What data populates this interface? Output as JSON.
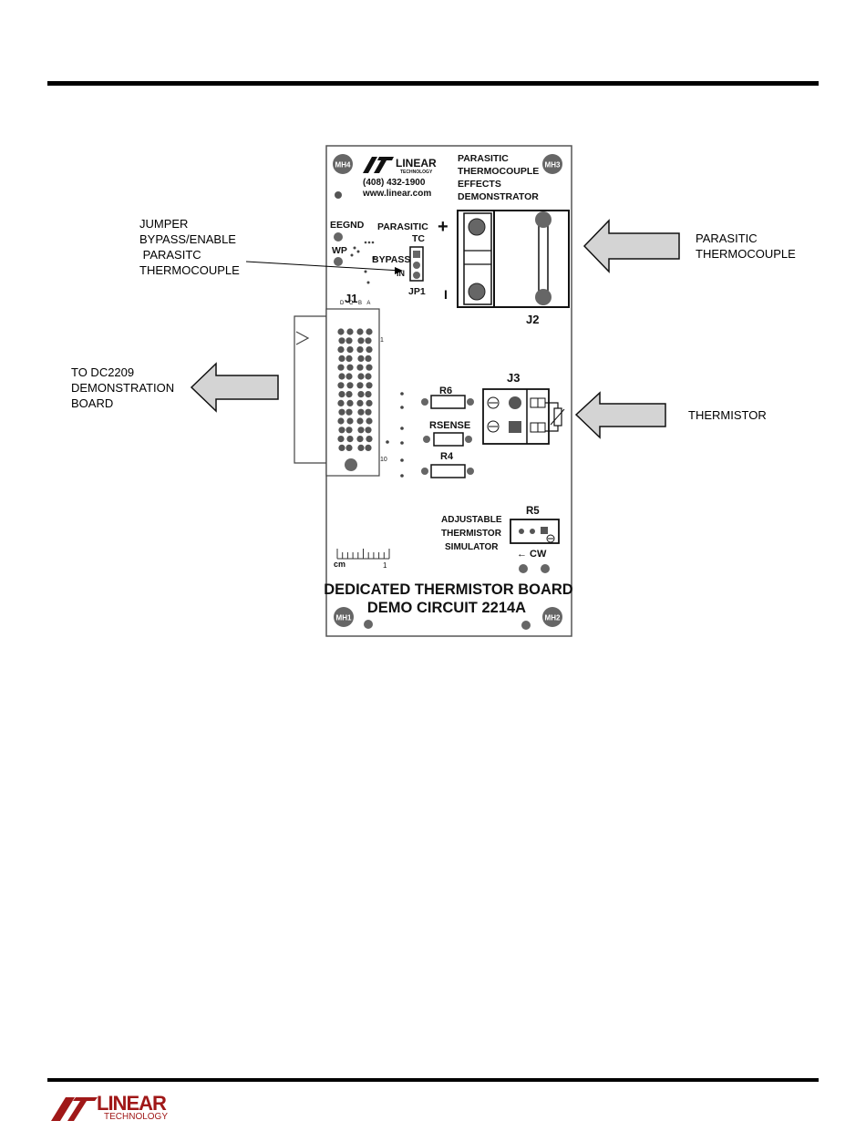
{
  "board": {
    "mounting_holes": [
      "MH4",
      "MH3",
      "MH1",
      "MH2"
    ],
    "company_phone": "(408) 432-1900",
    "company_url": "www.linear.com",
    "logo_word": "LINEAR",
    "logo_sub": "TECHNOLOGY",
    "title_lines": [
      "PARASITIC",
      "THERMOCOUPLE",
      "EFFECTS",
      "DEMONSTRATOR"
    ],
    "eegnd": "EEGND",
    "wp": "WP",
    "parasitic": "PARASITIC",
    "tc": "TC",
    "bypass": "BYPASS",
    "in": "IN",
    "jp1": "JP1",
    "plus": "+",
    "minus": "I",
    "j1": "J1",
    "j1_cols": "D C B A",
    "j1_pin1": "1",
    "j1_pin10": "10",
    "j2": "J2",
    "j3": "J3",
    "r6": "R6",
    "rsense": "RSENSE",
    "r4": "R4",
    "r5": "R5",
    "adjustable_lines": [
      "ADJUSTABLE",
      "THERMISTOR",
      "SIMULATOR"
    ],
    "cw": "← CW",
    "cm": "cm",
    "scale_one": "1",
    "board_title_1": "DEDICATED THERMISTOR BOARD",
    "board_title_2": "DEMO CIRCUIT 2214A"
  },
  "callouts": {
    "jumper": [
      "JUMPER",
      "BYPASS/ENABLE",
      " PARASITC",
      "THERMOCOUPLE"
    ],
    "parasitic_tc": [
      "PARASITIC",
      "THERMOCOUPLE"
    ],
    "dc2209": [
      "TO DC2209",
      "DEMONSTRATION",
      "BOARD"
    ],
    "thermistor": [
      "THERMISTOR"
    ]
  },
  "footer": {
    "logo_word": "LINEAR",
    "logo_sub": "TECHNOLOGY"
  },
  "colors": {
    "arrow_fill": "#d4d4d4",
    "logo": "#a01818"
  }
}
